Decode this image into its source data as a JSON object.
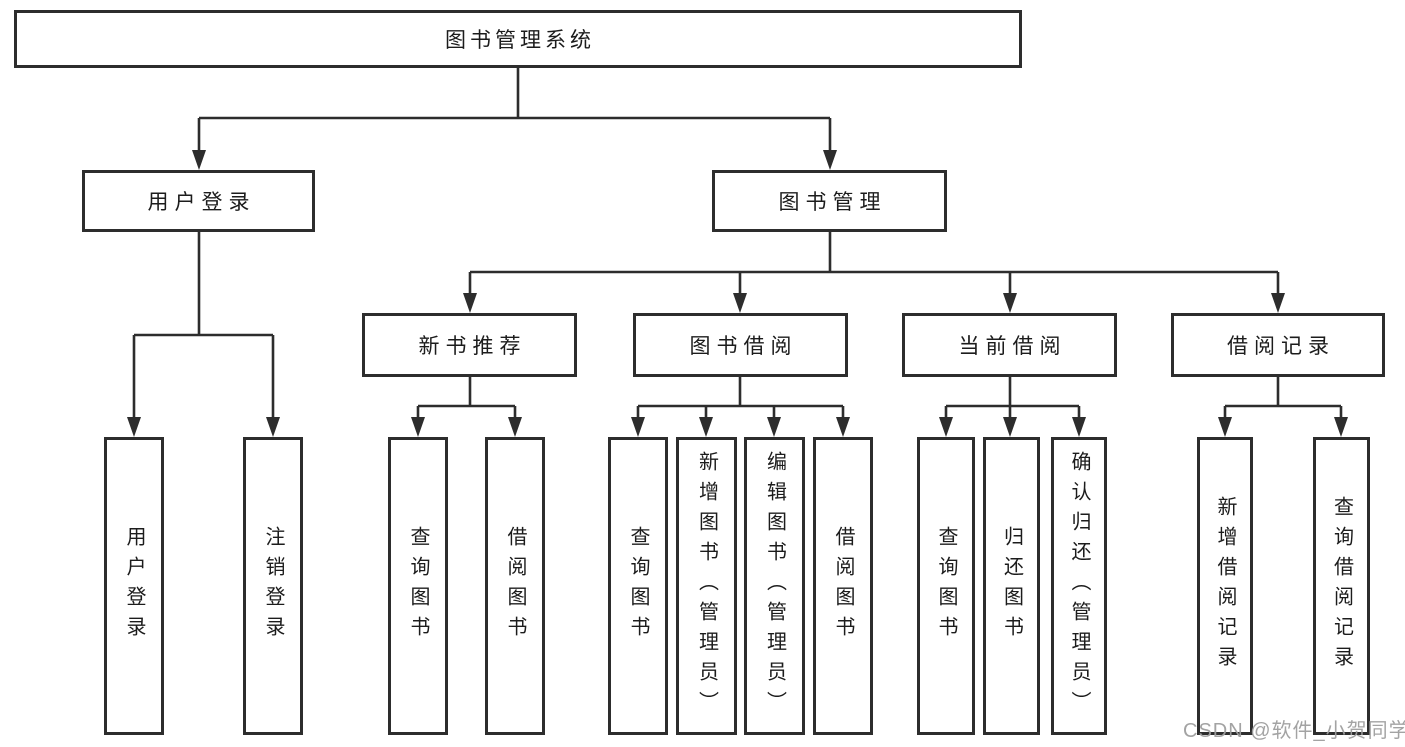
{
  "diagram": {
    "title_note": "library management system feature tree",
    "root": {
      "label": "图书管理系统"
    },
    "level2": [
      {
        "label": "用户登录"
      },
      {
        "label": "图书管理"
      }
    ],
    "level3": [
      {
        "label": "新书推荐"
      },
      {
        "label": "图书借阅"
      },
      {
        "label": "当前借阅"
      },
      {
        "label": "借阅记录"
      }
    ],
    "leaves": [
      {
        "label": "用户登录"
      },
      {
        "label": "注销登录"
      },
      {
        "label": "查询图书"
      },
      {
        "label": "借阅图书"
      },
      {
        "label": "查询图书"
      },
      {
        "label": "新增图书（管理员）"
      },
      {
        "label": "编辑图书（管理员）"
      },
      {
        "label": "借阅图书"
      },
      {
        "label": "查询图书"
      },
      {
        "label": "归还图书"
      },
      {
        "label": "确认归还（管理员）"
      },
      {
        "label": "新增借阅记录"
      },
      {
        "label": "查询借阅记录"
      }
    ],
    "watermark": "CSDN @软件_小贺同学",
    "colors": {
      "line": "#2d2d2d",
      "box_border": "#2d2d2d",
      "text": "#1c1c1c",
      "watermark": "#9e9e9e",
      "background": "#ffffff"
    }
  }
}
